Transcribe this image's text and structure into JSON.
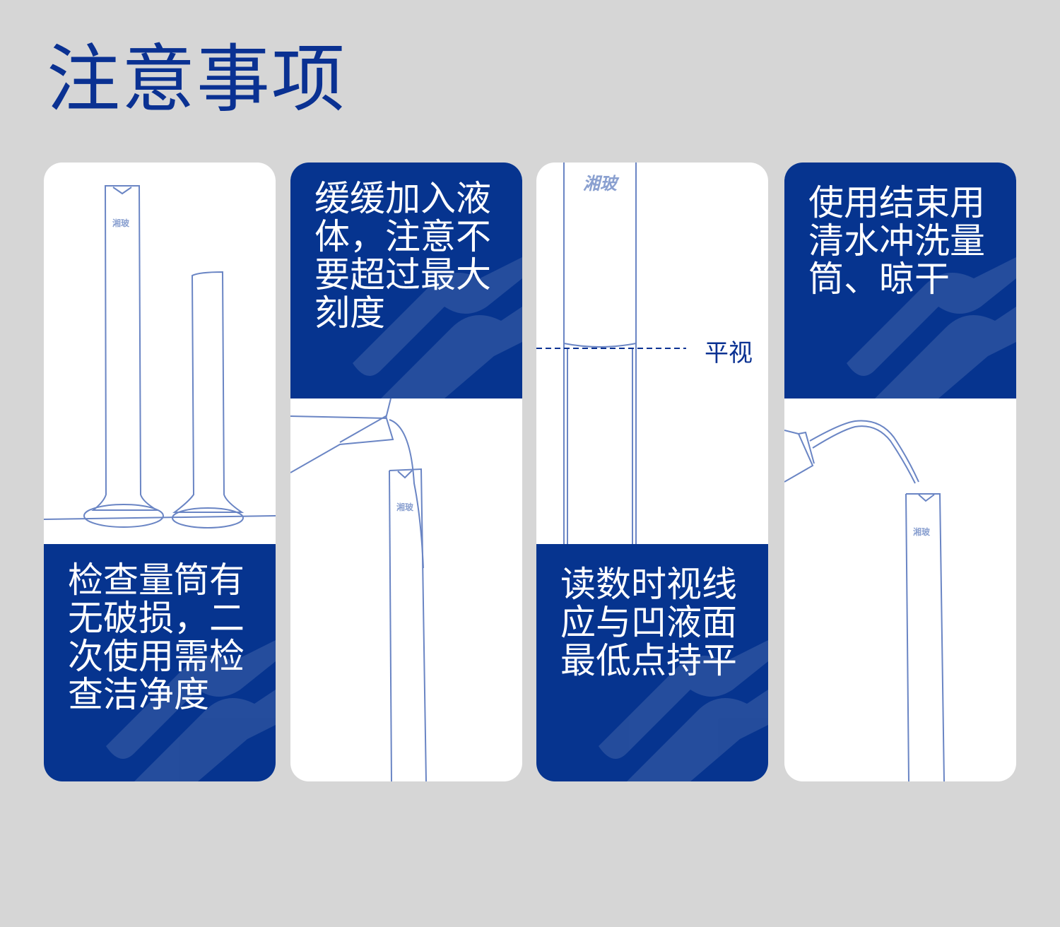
{
  "title": "注意事项",
  "brand_mark": "湘玻",
  "cards": [
    {
      "text": "检查量筒有无破损，二次使用需检查洁净度"
    },
    {
      "text": "缓缓加入液体，注意不要超过最大刻度"
    },
    {
      "text": "读数时视线应与凹液面最低点持平",
      "eye_level_label": "平视"
    },
    {
      "text": "使用结束用清水冲洗量筒、晾干"
    }
  ],
  "colors": {
    "background": "#d6d6d6",
    "brand_blue": "#06348f",
    "line": "#6a85c4"
  }
}
